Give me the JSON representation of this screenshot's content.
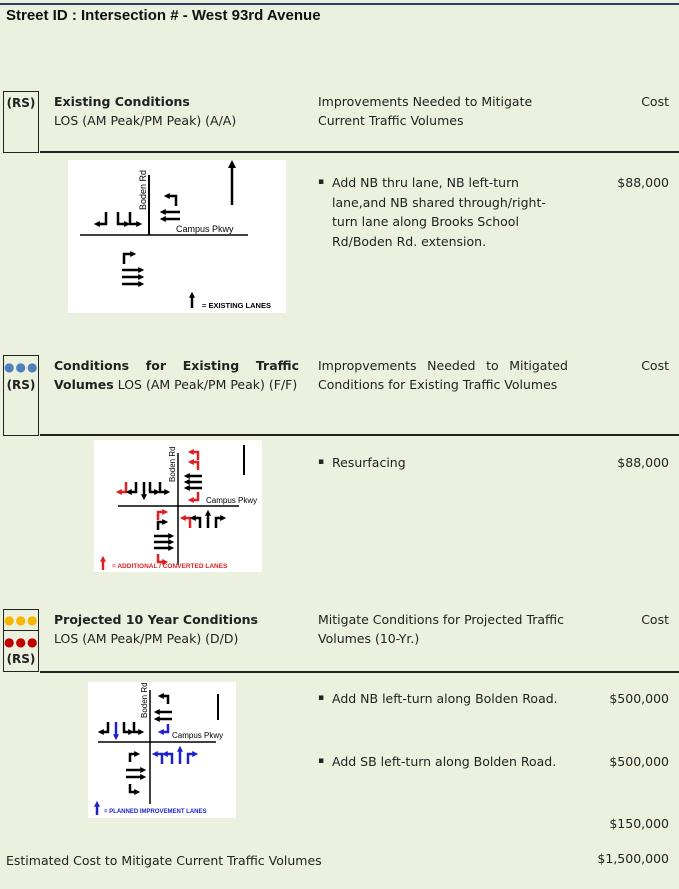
{
  "title": "Street ID :  Intersection # - West 93rd  Avenue",
  "rs_label": "(RS)",
  "colors": {
    "background": "#ebf1de",
    "blue_dots": "#4f81bd",
    "yellow_dots": "#f7b500",
    "red_dots": "#c00000",
    "diagram_red": "#e02020",
    "diagram_blue": "#2020d0"
  },
  "sections": [
    {
      "heading": "Existing Conditions",
      "los": "LOS (AM Peak/PM Peak) (A/A)",
      "improvements_header": "Improvements Needed to Mitigate Current Traffic Volumes",
      "cost_header": "Cost",
      "items": [
        {
          "text": "Add NB  thru lane, NB left-turn lane,and NB shared through/right-turn lane along Brooks School Rd/Boden Rd. extension.",
          "cost": "$88,000"
        }
      ],
      "diagram": {
        "road_ns": "Boden Rd",
        "road_ew": "Campus Pkwy",
        "legend": "= EXISTING LANES"
      }
    },
    {
      "heading": "Conditions  for  Existing  Traffic Volumes",
      "los": "LOS  (AM Peak/PM Peak) (F/F)",
      "improvements_header": "Impropvements  Needed  to Mitigated Conditions for Existing Traffic Volumes",
      "cost_header": "Cost",
      "items": [
        {
          "text": "Resurfacing",
          "cost": "$88,000"
        }
      ],
      "diagram": {
        "road_ns": "Boden Rd",
        "road_ew": "Campus Pkwy",
        "legend": "= ADDITIONAL / CONVERTED LANES"
      }
    },
    {
      "heading": "Projected 10 Year Conditions",
      "los": "LOS (AM Peak/PM Peak) (D/D)",
      "improvements_header": "Mitigate Conditions for Projected Traffic Volumes (10-Yr.)",
      "cost_header": "Cost",
      "items": [
        {
          "text": "Add NB left-turn along Bolden Road.",
          "cost": "$500,000"
        },
        {
          "text": "Add SB left-turn along Bolden Road.",
          "cost": "$500,000"
        }
      ],
      "extra_cost": "$150,000",
      "diagram": {
        "road_ns": "Boden Rd",
        "road_ew": "Campus Pkwy",
        "legend": "= PLANNED IMPROVEMENT LANES"
      }
    }
  ],
  "total": {
    "label": "Estimated Cost to Mitigate Current Traffic Volumes",
    "value": "$1,500,000"
  }
}
